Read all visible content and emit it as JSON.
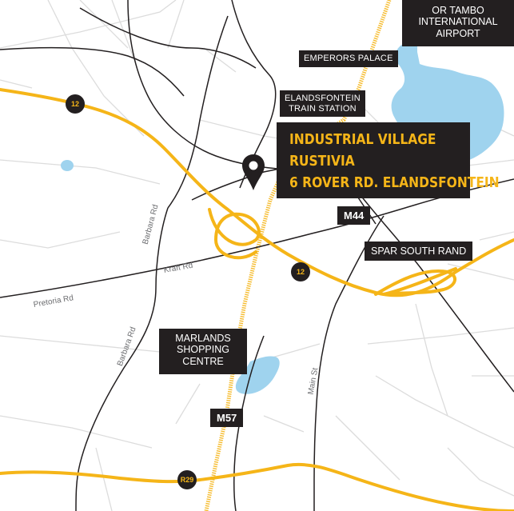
{
  "colors": {
    "road_major": "#f5b518",
    "road_minor": "#231f20",
    "grid": "#dcdcdc",
    "water": "#9fd3ee",
    "label_bg": "#231f20",
    "label_text": "#ffffff",
    "highlight_text": "#f5b518"
  },
  "labels": {
    "airport": "OR TAMBO\nINTERNATIONAL\nAIRPORT",
    "emperors": "EMPERORS PALACE",
    "train": "ELANDSFONTEIN\nTRAIN STATION",
    "spar": "SPAR SOUTH RAND",
    "marlands": "MARLANDS\nSHOPPING\nCENTRE"
  },
  "destination": {
    "line1": "INDUSTRIAL VILLAGE",
    "line2": "RUSTIVIA",
    "line3": "6 ROVER RD. ELANDSFONTEIN",
    "icon": "map-pin-icon"
  },
  "routes": {
    "m44": "M44",
    "m57": "M57",
    "r12_west": "12",
    "r12_east": "12",
    "r29": "R29"
  },
  "streets": {
    "barbara_north": "Barbara Rd",
    "barbara_south": "Barbara Rd",
    "kraft": "Kraft Rd",
    "pretoria": "Pretoria Rd",
    "main": "Main St"
  }
}
